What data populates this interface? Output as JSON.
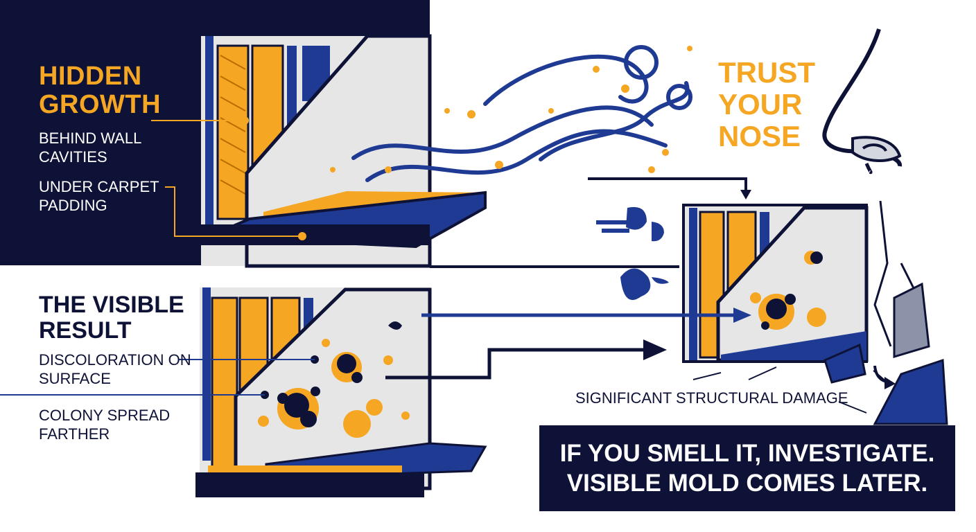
{
  "hidden_growth": {
    "title": "HIDDEN GROWTH",
    "items": [
      "BEHIND WALL CAVITIES",
      "UNDER CARPET PADDING"
    ]
  },
  "visible_result": {
    "title": "THE VISIBLE RESULT",
    "items": [
      "DISCOLORATION ON SURFACE",
      "COLONY SPREAD FARTHER"
    ]
  },
  "smell": {
    "title": "TRUST YOUR NOSE"
  },
  "damage": {
    "label": "SIGNIFICANT STRUCTURAL DAMAGE"
  },
  "banner": {
    "line1": "IF YOU SMELL IT, INVESTIGATE.",
    "line2": "VISIBLE MOLD COMES LATER."
  },
  "colors": {
    "navy": "#0e1236",
    "blue": "#1f3a93",
    "orange": "#f5a623",
    "wall": "#e6e6e6"
  },
  "icons": [
    "wall-cavity-illustration",
    "odor-swirl-icon",
    "nose-icon",
    "arrow-icon",
    "cracked-wall-illustration"
  ]
}
